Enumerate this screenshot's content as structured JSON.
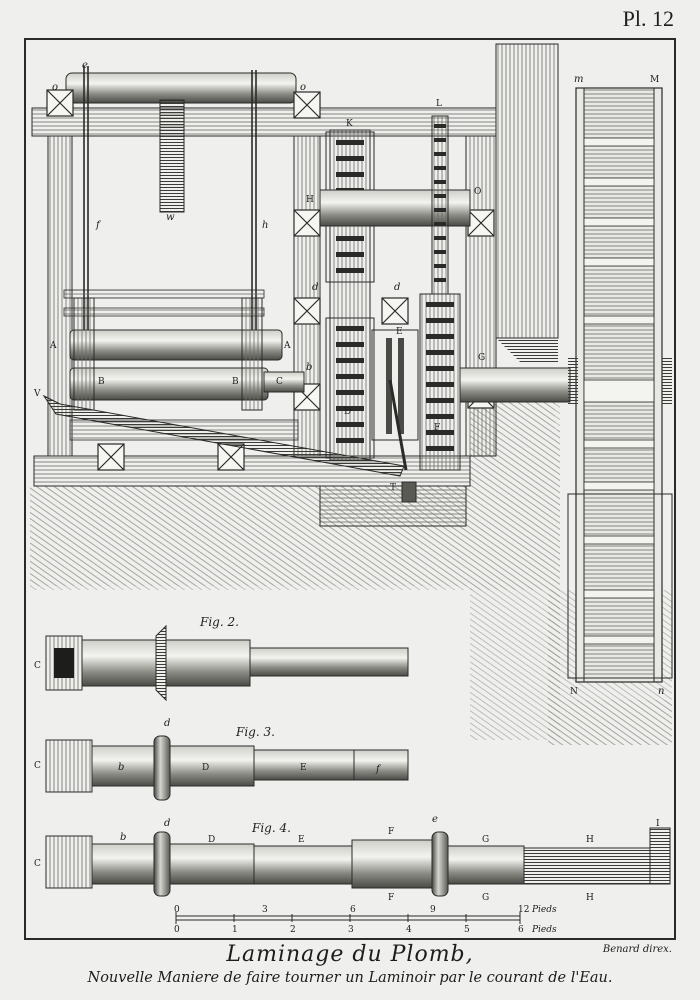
{
  "plate": {
    "label": "Pl. 12"
  },
  "caption": {
    "title": "Laminage du Plomb,",
    "subtitle": "Nouvelle Maniere de faire tourner un Laminoir par le courant de l'Eau.",
    "credit": "Benard direx."
  },
  "figures": {
    "fig2": "Fig. 2.",
    "fig3": "Fig. 3.",
    "fig4": "Fig. 4."
  },
  "labels": {
    "main": {
      "e": "e",
      "o_left": "o",
      "o_right": "o",
      "w": "w",
      "f": "f",
      "h": "h",
      "K": "K",
      "L": "L",
      "H": "H",
      "O": "O",
      "d_left": "d",
      "d_right": "d",
      "E": "E",
      "A_left": "A",
      "A_right": "A",
      "B_left": "B",
      "B_right": "B",
      "C": "C",
      "b": "b",
      "G": "G",
      "V": "V",
      "D": "D",
      "F": "F",
      "T": "T",
      "m": "m",
      "M": "M",
      "N": "N",
      "n": "n"
    },
    "fig2": {
      "C": "C"
    },
    "fig3": {
      "C": "C",
      "d": "d",
      "b": "b",
      "D": "D",
      "E": "E",
      "f": "f"
    },
    "fig4": {
      "C": "C",
      "b": "b",
      "d": "d",
      "D": "D",
      "E": "E",
      "F_top": "F",
      "F_bottom": "F",
      "e": "e",
      "G_top": "G",
      "G_bottom": "G",
      "H_top": "H",
      "H_bottom": "H",
      "I": "I"
    }
  },
  "scale": {
    "top_ticks": [
      "0",
      "3",
      "6",
      "9",
      "12"
    ],
    "top_unit": "Pieds",
    "bottom_ticks": [
      "0",
      "1",
      "2",
      "3",
      "4",
      "5",
      "6"
    ],
    "bottom_unit": "Pieds"
  }
}
